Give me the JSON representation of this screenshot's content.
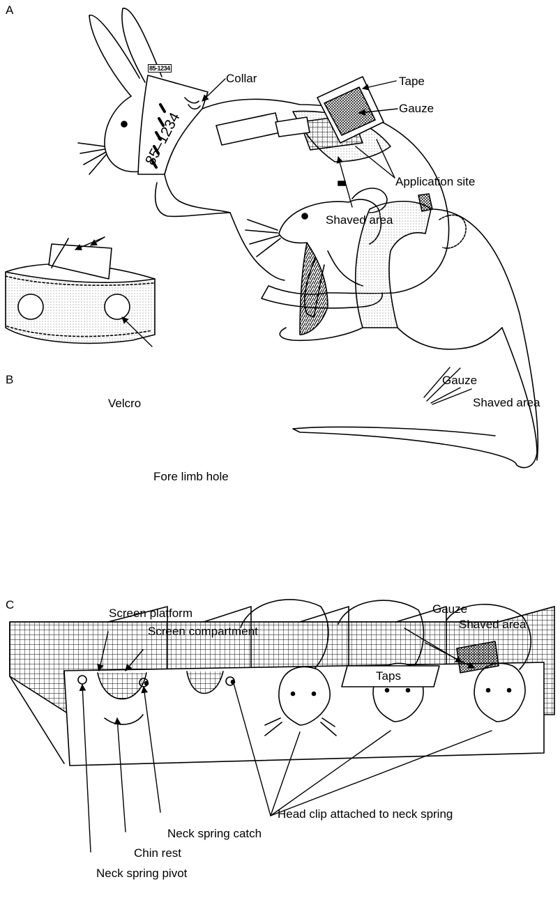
{
  "panels": [
    "A",
    "B",
    "C"
  ],
  "panel_a": {
    "collar_tag": "85-1234",
    "collar_number": "85–1234",
    "labels": {
      "collar": "Collar",
      "tape": "Tape",
      "gauze": "Gauze",
      "application_site": "Application site",
      "shaved_area": "Shaved area"
    }
  },
  "panel_b": {
    "labels": {
      "velcro": "Velcro",
      "fore_limb_hole": "Fore limb hole",
      "gauze": "Gauze",
      "shaved_area": "Shaved area"
    }
  },
  "panel_c": {
    "labels": {
      "screen_platform": "Screen platform",
      "screen_compartment": "Screen compartment",
      "gauze": "Gauze",
      "shaved_area": "Shaved area",
      "taps": "Taps",
      "head_clip": "Head clip attached to neck spring",
      "neck_spring_catch": "Neck spring catch",
      "chin_rest": "Chin rest",
      "neck_spring_pivot": "Neck spring pivot"
    }
  }
}
